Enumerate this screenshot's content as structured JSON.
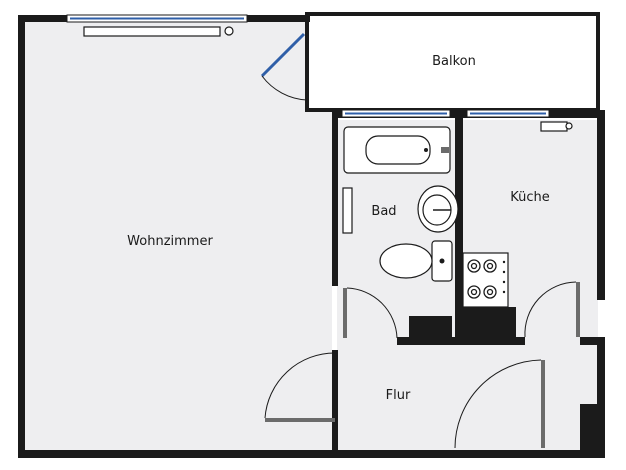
{
  "floorplan": {
    "rooms": {
      "wohnzimmer": "Wohnzimmer",
      "balkon": "Balkon",
      "bad": "Bad",
      "kueche": "Küche",
      "flur": "Flur"
    }
  },
  "colors": {
    "wall": "#1b1b1b",
    "floor": "#eeeef0",
    "window": "#2f5fa8",
    "door_leaf": "#6b6b6b"
  }
}
